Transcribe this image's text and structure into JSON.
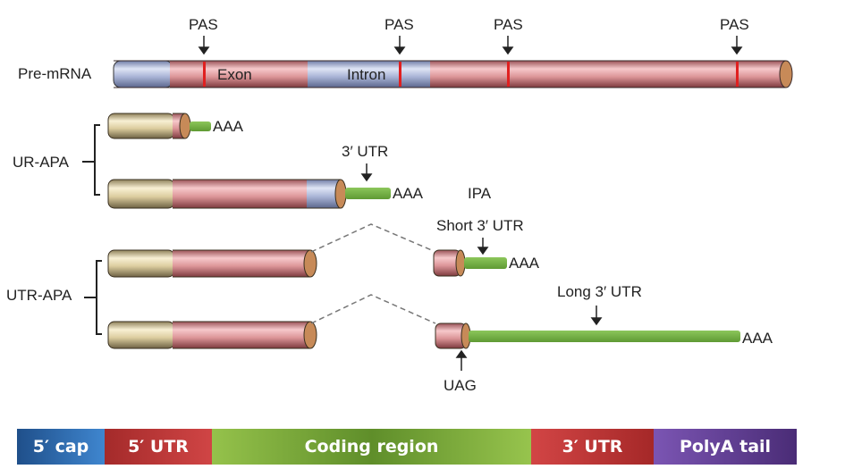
{
  "colors": {
    "intron": "#a7b3d6",
    "exon": "#d98a8e",
    "utr5_tube": "#dccd9e",
    "cap_end": "#c78a58",
    "polya_tail": "#77b343",
    "pas_mark": "#e02020",
    "legend_cap": "#2f6db0",
    "legend_utr5": "#b93535",
    "legend_coding": "#7aa83b",
    "legend_utr3": "#bf3636",
    "legend_polya": "#6443a0"
  },
  "pre_mrna": {
    "label": "Pre-mRNA",
    "exon_label": "Exon",
    "intron_label": "Intron",
    "pas_labels": [
      "PAS",
      "PAS",
      "PAS",
      "PAS"
    ]
  },
  "ur_apa": {
    "label": "UR-APA",
    "short_tail_label": "AAA",
    "long_tail_label": "AAA",
    "utr_label": "3′ UTR"
  },
  "ipa": {
    "label": "IPA"
  },
  "utr_apa": {
    "label": "UTR-APA",
    "short_utr_label": "Short 3′ UTR",
    "short_tail_label": "AAA",
    "long_utr_label": "Long 3′ UTR",
    "long_tail_label": "AAA",
    "stop_codon_label": "UAG"
  },
  "legend": {
    "items": [
      "5′ cap",
      "5′ UTR",
      "Coding region",
      "3′ UTR",
      "PolyA tail"
    ]
  }
}
